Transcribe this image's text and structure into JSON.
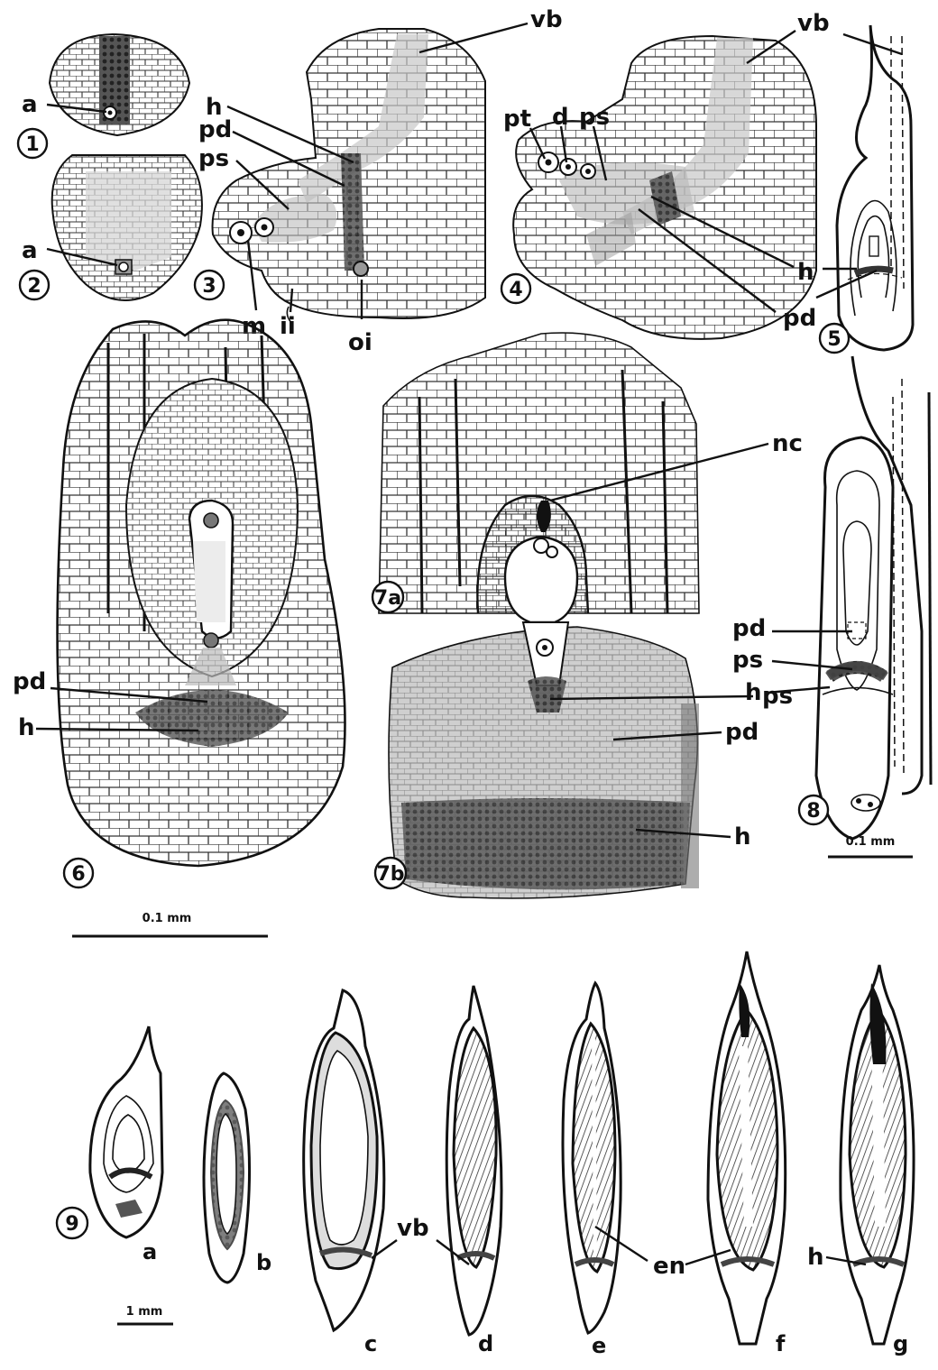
{
  "figure": {
    "panel_numbers": [
      "1",
      "2",
      "3",
      "4",
      "5",
      "6",
      "7a",
      "7b",
      "8",
      "9"
    ],
    "panel9_letters": [
      "a",
      "b",
      "c",
      "d",
      "e",
      "f",
      "g"
    ],
    "labels": {
      "a": "a",
      "vb": "vb",
      "h": "h",
      "pd": "pd",
      "ps": "ps",
      "m": "m",
      "ii": "ii",
      "oi": "oi",
      "pt": "pt",
      "d": "d",
      "nc": "nc",
      "en": "en"
    },
    "scale_bars": {
      "fig6_7": "0.1 mm",
      "fig8": "0.1 mm",
      "fig9": "1 mm"
    }
  }
}
